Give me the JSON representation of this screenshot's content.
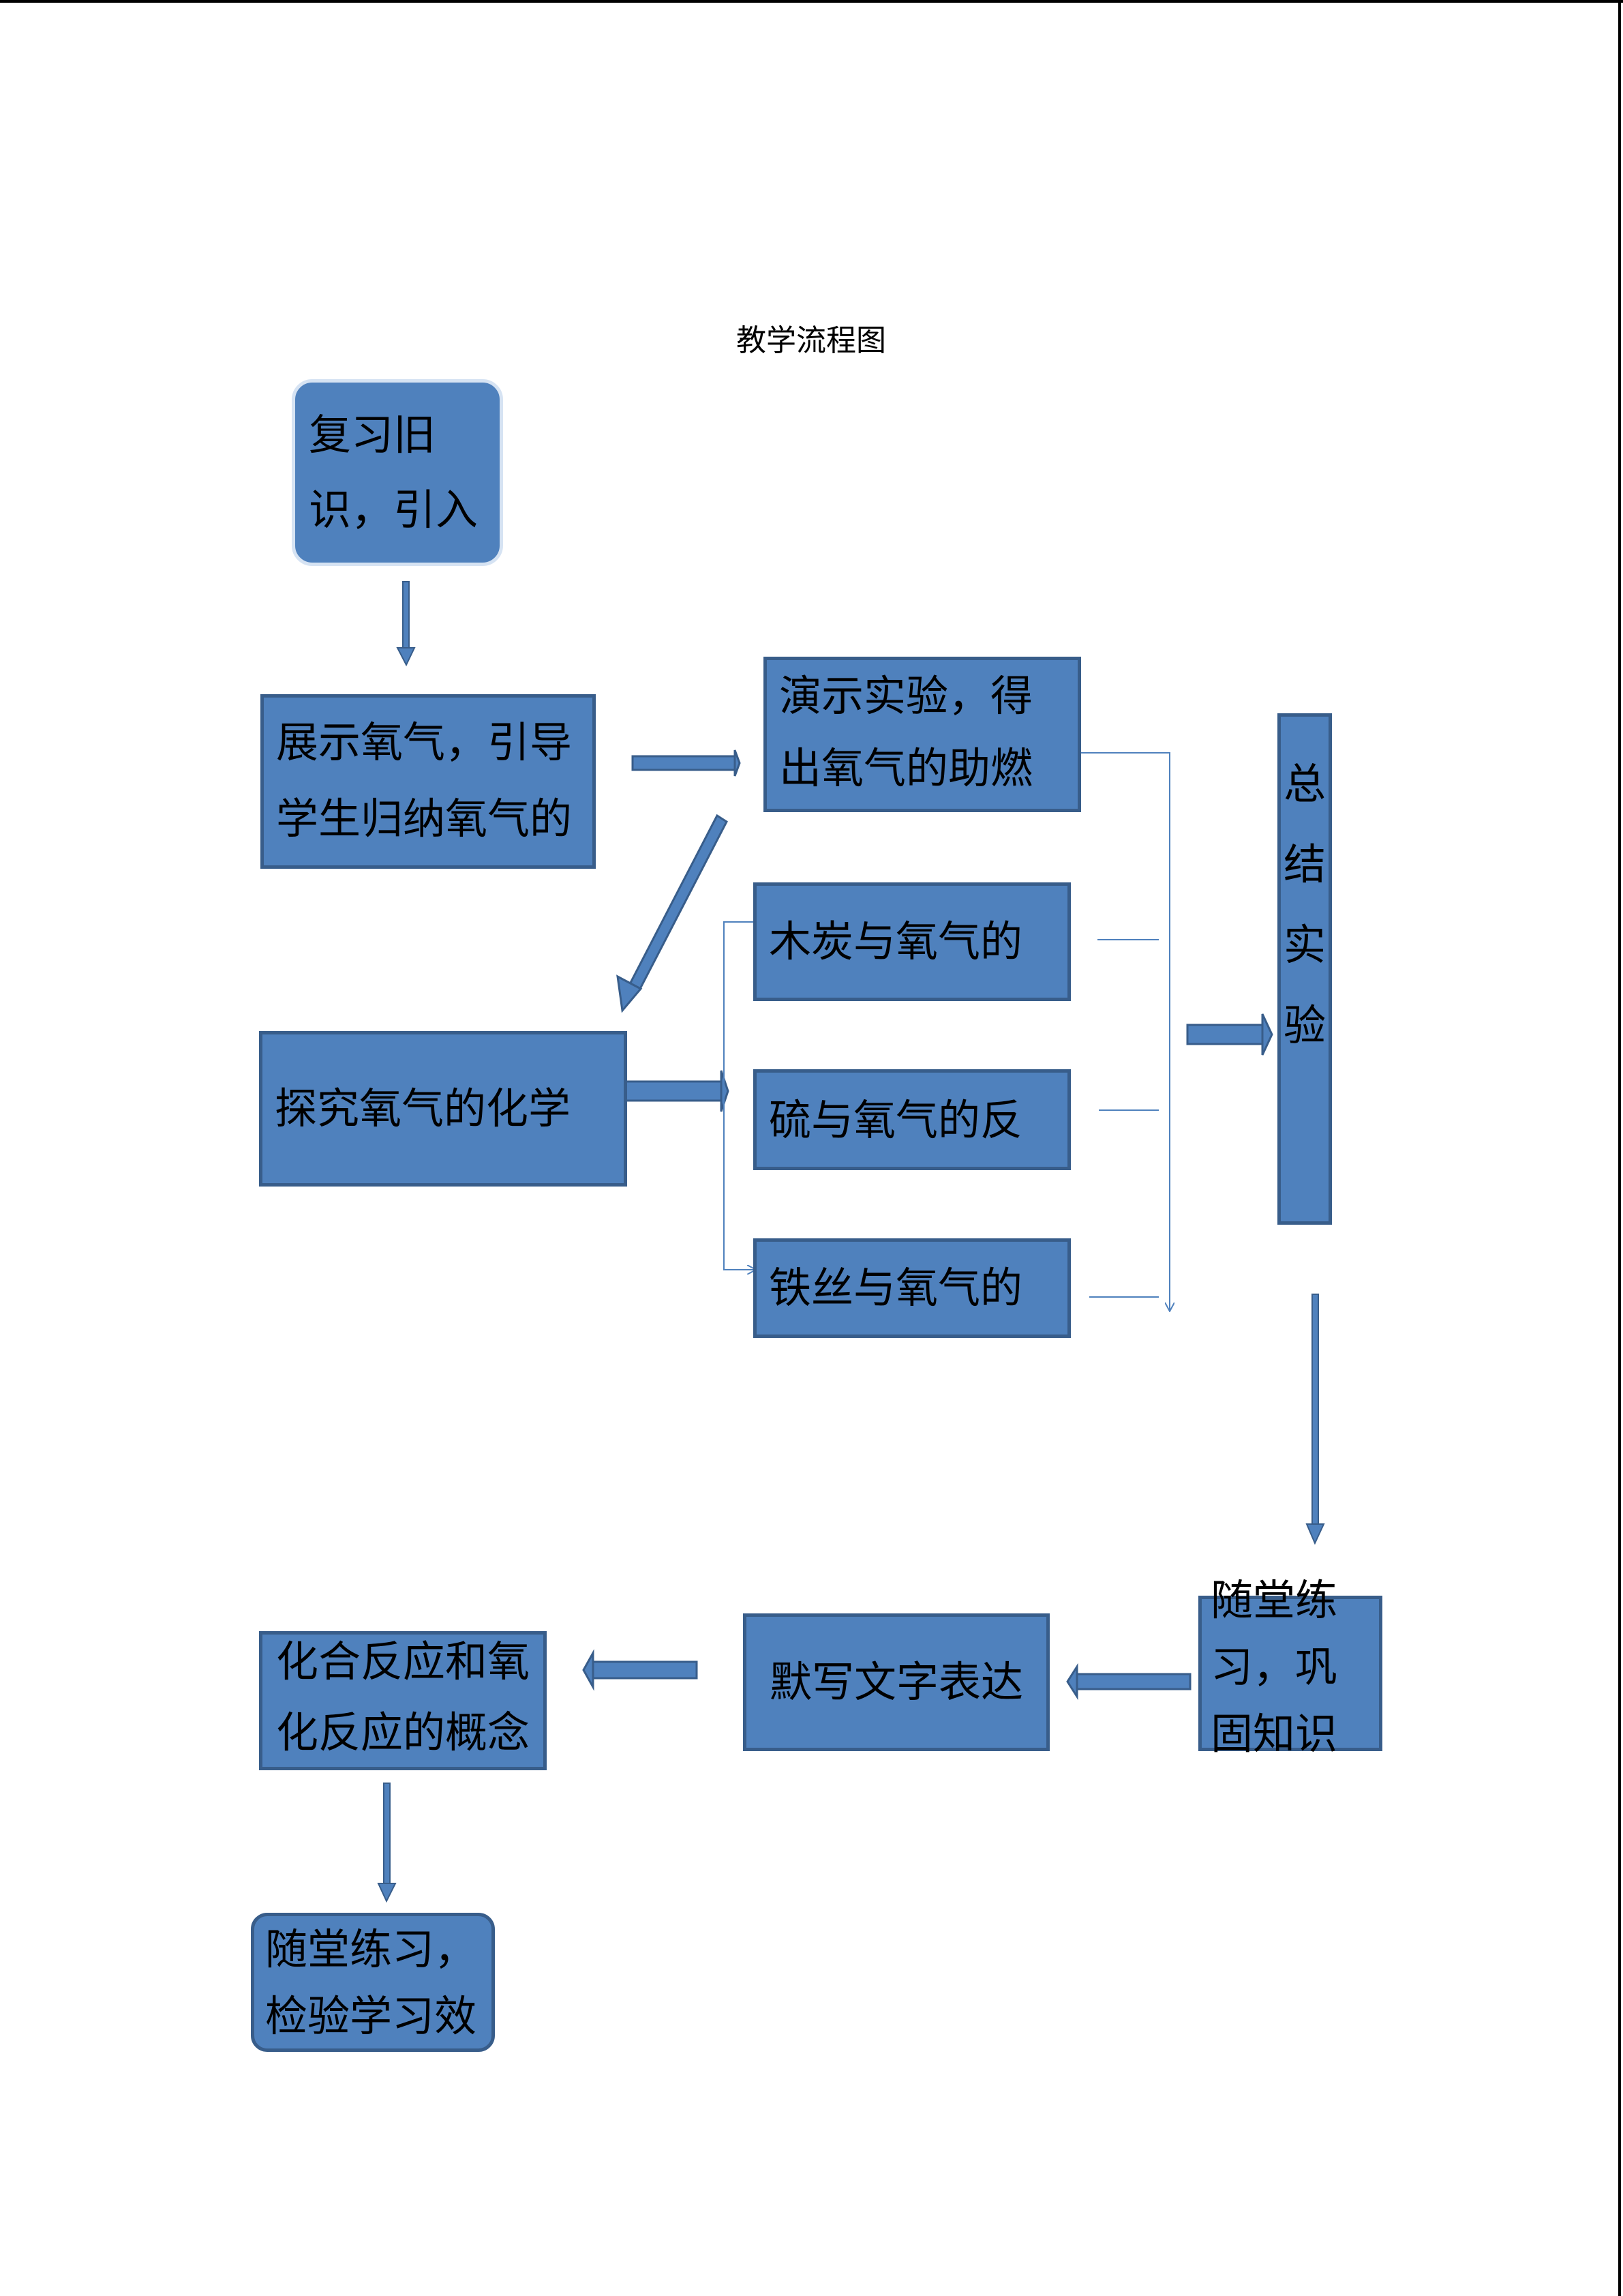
{
  "title": "教学流程图",
  "nodes": {
    "review": "复习旧识，引入新课",
    "show_oxygen": "展示氧气，引导学生归纳氧气的物理性质",
    "demo": "演示实验，得出氧气的助燃性",
    "explore": "探究氧气的化学性质",
    "charcoal": "木炭与氧气的反应",
    "sulfur": "硫与氧气的反应",
    "iron": "铁丝与氧气的反应",
    "summary": "总结实验",
    "practice": "随堂练习，巩固知识",
    "dictation": "默写文字表达式",
    "concepts": "化合反应和氧化反应的概念",
    "final_practice": "随堂练习，检验学习效果"
  },
  "colors": {
    "box_fill": "#4f81bd",
    "box_border": "#385d8a",
    "connector": "#4f81bd"
  }
}
